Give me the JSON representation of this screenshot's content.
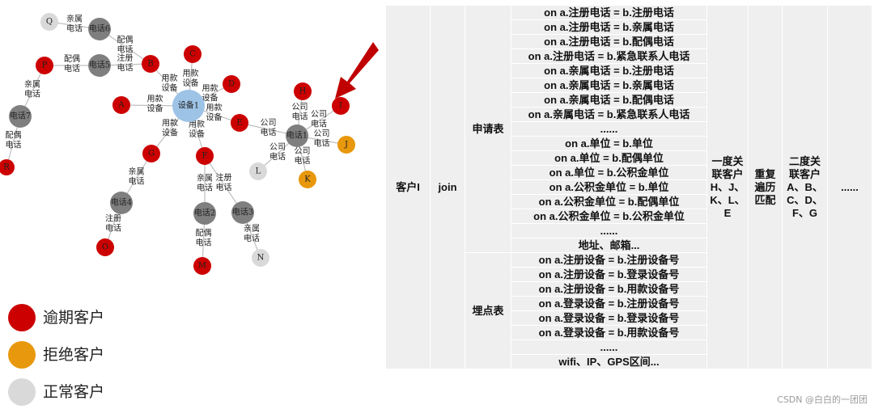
{
  "graph": {
    "nodes": [
      {
        "id": "Q",
        "label": "Q",
        "kind": "normal"
      },
      {
        "id": "phone6",
        "label": "电话6",
        "kind": "phone"
      },
      {
        "id": "P",
        "label": "P",
        "kind": "overdue"
      },
      {
        "id": "phone5",
        "label": "电话5",
        "kind": "phone"
      },
      {
        "id": "B",
        "label": "B",
        "kind": "overdue"
      },
      {
        "id": "C",
        "label": "C",
        "kind": "overdue"
      },
      {
        "id": "D",
        "label": "D",
        "kind": "overdue"
      },
      {
        "id": "A",
        "label": "A",
        "kind": "overdue"
      },
      {
        "id": "device1",
        "label": "设备1",
        "kind": "device"
      },
      {
        "id": "phone7",
        "label": "电话7",
        "kind": "phone"
      },
      {
        "id": "R",
        "label": "R",
        "kind": "overdue"
      },
      {
        "id": "H",
        "label": "H",
        "kind": "overdue"
      },
      {
        "id": "I",
        "label": "I",
        "kind": "overdue"
      },
      {
        "id": "E",
        "label": "E",
        "kind": "overdue"
      },
      {
        "id": "phone1",
        "label": "电话1",
        "kind": "phone"
      },
      {
        "id": "J",
        "label": "J",
        "kind": "rejected"
      },
      {
        "id": "G",
        "label": "G",
        "kind": "overdue"
      },
      {
        "id": "F",
        "label": "F",
        "kind": "overdue"
      },
      {
        "id": "L",
        "label": "L",
        "kind": "normal"
      },
      {
        "id": "K",
        "label": "K",
        "kind": "rejected"
      },
      {
        "id": "phone4",
        "label": "电话4",
        "kind": "phone"
      },
      {
        "id": "phone2",
        "label": "电话2",
        "kind": "phone"
      },
      {
        "id": "phone3",
        "label": "电话3",
        "kind": "phone"
      },
      {
        "id": "O",
        "label": "O",
        "kind": "overdue"
      },
      {
        "id": "M",
        "label": "M",
        "kind": "overdue"
      },
      {
        "id": "N",
        "label": "N",
        "kind": "normal"
      }
    ],
    "edges": [
      {
        "from": "Q",
        "to": "phone6",
        "label": [
          "亲属",
          "电话"
        ]
      },
      {
        "from": "phone6",
        "to": "B",
        "label": [
          "配偶",
          "电话"
        ]
      },
      {
        "from": "phone5",
        "to": "B",
        "label": [
          "注册",
          "电话"
        ]
      },
      {
        "from": "P",
        "to": "phone5",
        "label": [
          "配偶",
          "电话"
        ]
      },
      {
        "from": "P",
        "to": "phone7",
        "label": [
          "亲属",
          "电话"
        ]
      },
      {
        "from": "phone7",
        "to": "R",
        "label": [
          "配偶",
          "电话"
        ]
      },
      {
        "from": "B",
        "to": "device1",
        "label": [
          "用款",
          "设备"
        ]
      },
      {
        "from": "C",
        "to": "device1",
        "label": [
          "用款",
          "设备"
        ]
      },
      {
        "from": "D",
        "to": "device1",
        "label": [
          "用款",
          "设备"
        ]
      },
      {
        "from": "A",
        "to": "device1",
        "label": [
          "用款",
          "设备"
        ]
      },
      {
        "from": "E",
        "to": "device1",
        "label": [
          "用款",
          "设备"
        ]
      },
      {
        "from": "G",
        "to": "device1",
        "label": [
          "用款",
          "设备"
        ]
      },
      {
        "from": "F",
        "to": "device1",
        "label": [
          "用款",
          "设备"
        ]
      },
      {
        "from": "E",
        "to": "phone1",
        "label": [
          "公司",
          "电话"
        ]
      },
      {
        "from": "H",
        "to": "phone1",
        "label": [
          "公司",
          "电话"
        ]
      },
      {
        "from": "I",
        "to": "phone1",
        "label": [
          "公司",
          "电话"
        ]
      },
      {
        "from": "J",
        "to": "phone1",
        "label": [
          "公司",
          "电话"
        ]
      },
      {
        "from": "L",
        "to": "phone1",
        "label": [
          "公司",
          "电话"
        ]
      },
      {
        "from": "K",
        "to": "phone1",
        "label": [
          "公司",
          "电话"
        ]
      },
      {
        "from": "G",
        "to": "phone4",
        "label": [
          "亲属",
          "电话"
        ]
      },
      {
        "from": "phone4",
        "to": "O",
        "label": [
          "注册",
          "电话"
        ]
      },
      {
        "from": "F",
        "to": "phone2",
        "label": [
          "亲属",
          "电话"
        ]
      },
      {
        "from": "F",
        "to": "phone3",
        "label": [
          "注册",
          "电话"
        ]
      },
      {
        "from": "phone2",
        "to": "M",
        "label": [
          "配偶",
          "电话"
        ]
      },
      {
        "from": "phone3",
        "to": "N",
        "label": [
          "亲属",
          "电话"
        ]
      }
    ]
  },
  "legend": [
    {
      "label": "逾期客户",
      "kind": "overdue"
    },
    {
      "label": "拒绝客户",
      "kind": "rejected"
    },
    {
      "label": "正常客户",
      "kind": "normal"
    }
  ],
  "colors": {
    "overdue": "#cc0000",
    "rejected": "#e8980c",
    "normal": "#d9d9d9",
    "phone": "#7f7f7f",
    "device": "#9dc3e6",
    "edge": "#bfbfbf",
    "arrow": "#c00000",
    "table_cell": "#efefef"
  },
  "table": {
    "customer": "客户I",
    "join": "join",
    "application_table": "申请表",
    "tracking_table": "埋点表",
    "application_rules": [
      "on a.注册电话 = b.注册电话",
      "on a.注册电话 = b.亲属电话",
      "on a.注册电话 = b.配偶电话",
      "on a.注册电话 = b.紧急联系人电话",
      "on a.亲属电话 = b.注册电话",
      "on a.亲属电话 = b.亲属电话",
      "on a.亲属电话 = b.配偶电话",
      "on a.亲属电话 = b.紧急联系人电话",
      "......",
      "on a.单位 = b.单位",
      "on a.单位 = b.配偶单位",
      "on a.单位 = b.公积金单位",
      "on a.公积金单位 = b.单位",
      "on a.公积金单位 = b.配偶单位",
      "on a.公积金单位 = b.公积金单位",
      "......",
      "地址、邮箱..."
    ],
    "tracking_rules": [
      "on a.注册设备 = b.注册设备号",
      "on a.注册设备 = b.登录设备号",
      "on a.注册设备 = b.用款设备号",
      "on a.登录设备 = b.注册设备号",
      "on a.登录设备 = b.登录设备号",
      "on a.登录设备 = b.用款设备号",
      "......",
      "wifi、IP、GPS区间..."
    ],
    "first_degree": "一度关联客户H、J、K、L、E",
    "repeat_match": "重复遍历匹配",
    "second_degree": "二度关联客户A、B、C、D、F、G",
    "more": "......"
  },
  "watermark": "CSDN @白白的一团团"
}
